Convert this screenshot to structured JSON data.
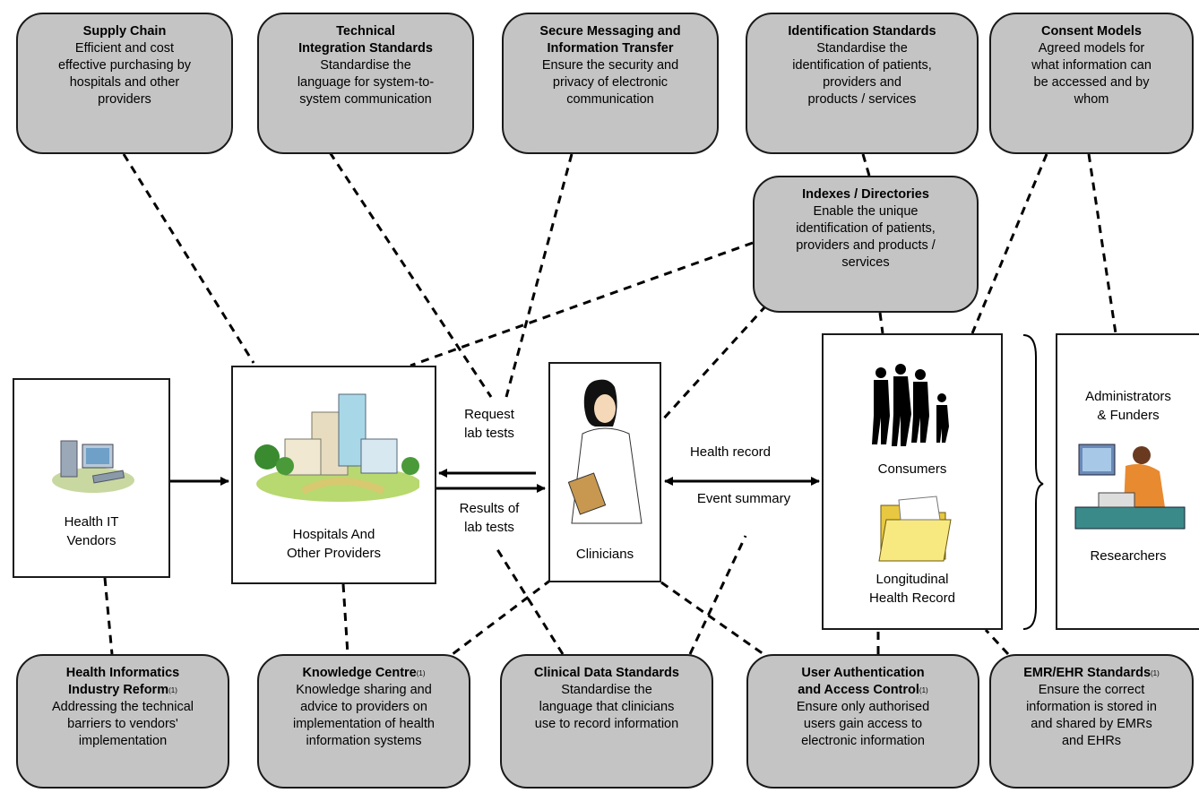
{
  "top_cards": [
    {
      "title": "Supply Chain",
      "desc": "Efficient and cost\neffective purchasing by\nhospitals and other\nproviders"
    },
    {
      "title": "Technical\nIntegration Standards",
      "desc": "Standardise the\nlanguage for system-to-\nsystem communication"
    },
    {
      "title": "Secure Messaging and\nInformation Transfer",
      "desc": "Ensure the security and\nprivacy of electronic\ncommunication"
    },
    {
      "title": "Identification Standards",
      "desc": "Standardise the\nidentification of patients,\nproviders and\nproducts / services"
    },
    {
      "title": "Consent Models",
      "desc": "Agreed models for\nwhat information can\nbe accessed and by\nwhom"
    }
  ],
  "middle_card": {
    "title": "Indexes / Directories",
    "desc": "Enable the unique\nidentification of patients,\nproviders and products /\nservices"
  },
  "bottom_cards": [
    {
      "title": "Health Informatics\nIndustry Reform",
      "sup": "(1)",
      "desc": "Addressing the technical\nbarriers to vendors'\nimplementation"
    },
    {
      "title": "Knowledge Centre",
      "sup": "(1)",
      "desc": "Knowledge sharing and\nadvice to providers on\nimplementation of health\ninformation systems"
    },
    {
      "title": "Clinical Data Standards",
      "sup": "",
      "desc": "Standardise the\nlanguage that clinicians\nuse to record information"
    },
    {
      "title": "User Authentication\nand Access Control",
      "sup": "(1)",
      "desc": "Ensure only authorised\nusers gain access to\nelectronic information"
    },
    {
      "title": "EMR/EHR Standards",
      "sup": "(1)",
      "desc": "Ensure the correct\ninformation is stored in\nand shared by EMRs\nand EHRs"
    }
  ],
  "actors": {
    "vendors": "Health IT\nVendors",
    "hospitals": "Hospitals And\nOther Providers",
    "clinicians": "Clinicians",
    "consumers": "Consumers",
    "record": "Longitudinal\nHealth Record",
    "admins": "Administrators\n& Funders",
    "researchers": "Researchers"
  },
  "flow_labels": {
    "request": "Request\nlab  tests",
    "results": "Results of\nlab tests",
    "health_record": "Health record",
    "event_summary": "Event summary"
  },
  "colors": {
    "card_fill": "#c4c4c4",
    "line": "#000000"
  }
}
